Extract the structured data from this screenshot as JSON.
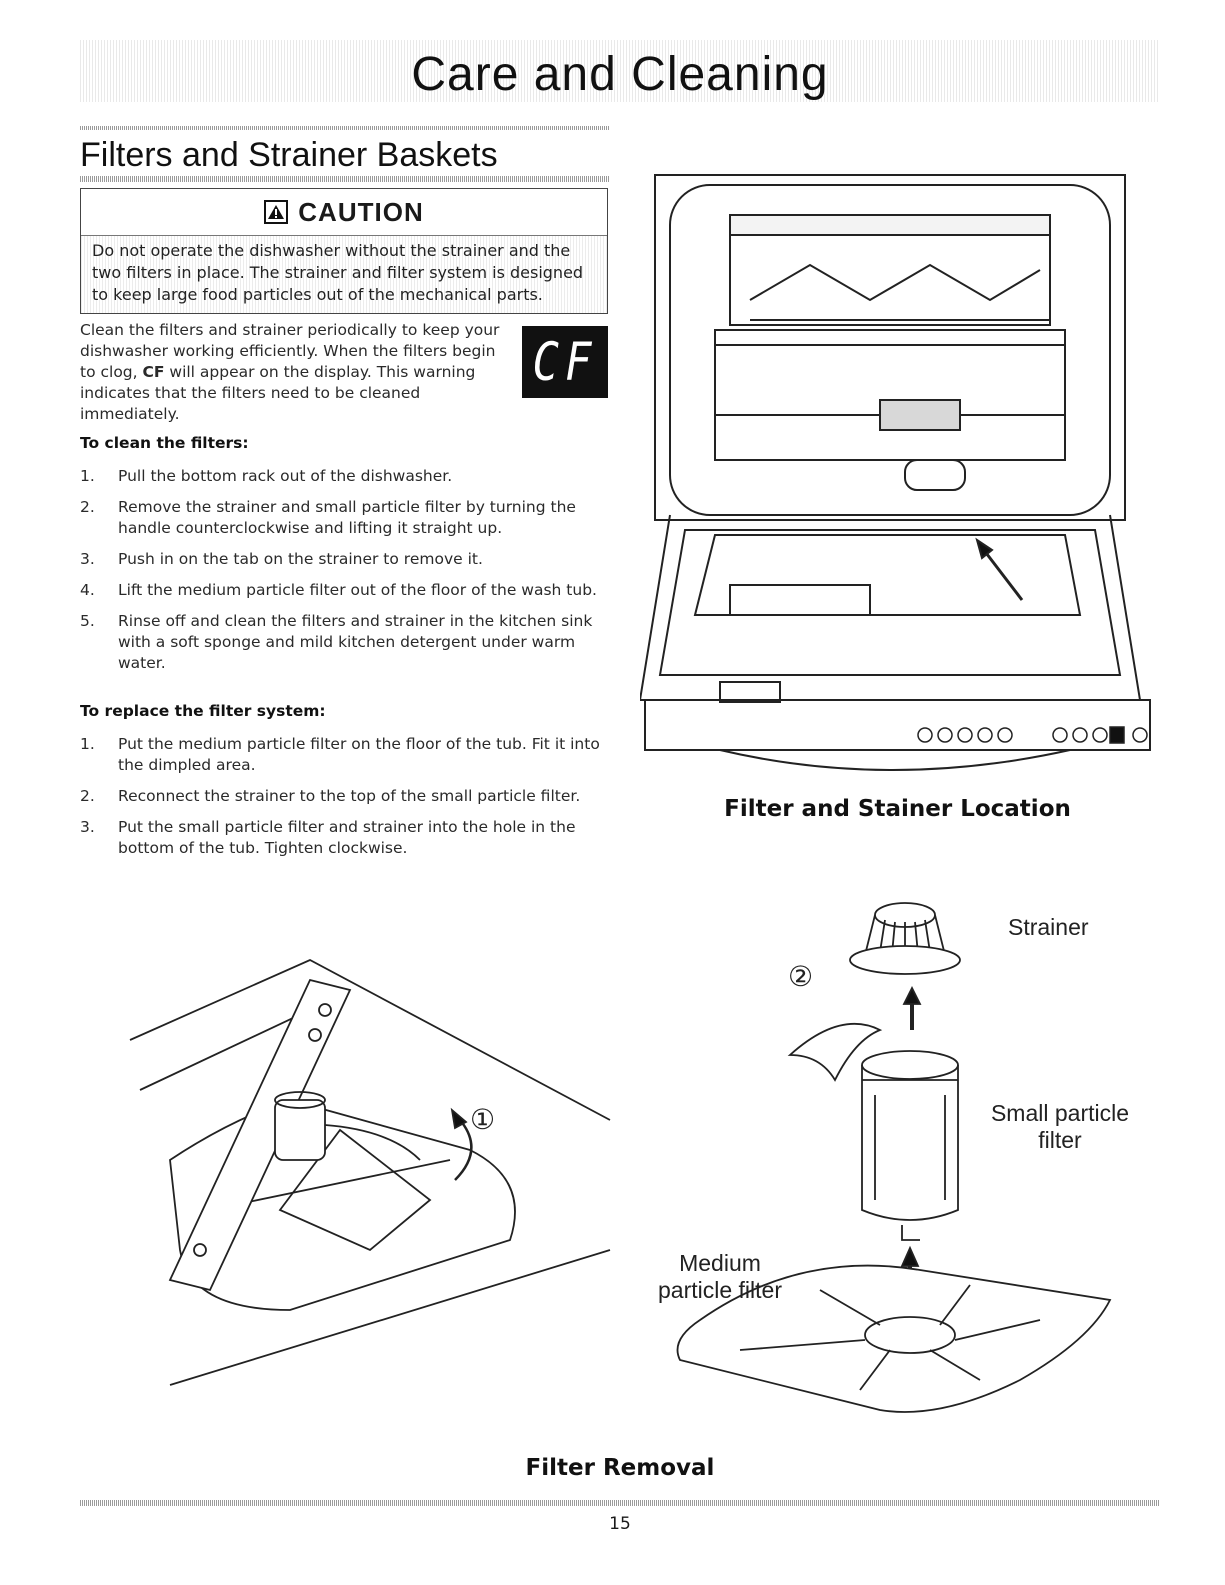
{
  "page": {
    "title": "Care and Cleaning",
    "section_title": "Filters and Strainer Baskets",
    "page_number": "15"
  },
  "caution": {
    "label": "CAUTION",
    "text": "Do not operate the dishwasher without the strainer and the two filters in place. The strainer and filter system is designed to keep large food particles out of the mechanical parts."
  },
  "intro": {
    "before": "Clean the filters and strainer periodically to keep your dishwasher working efficiently. When the filters begin to clog, ",
    "code": "CF",
    "after": " will appear on the display. This warning indicates that the filters need to be cleaned immediately.",
    "display_code": "CF"
  },
  "clean": {
    "heading": "To clean the filters:",
    "steps": [
      {
        "num": "1.",
        "text": "Pull the bottom rack out of the dishwasher."
      },
      {
        "num": "2.",
        "text": "Remove the strainer and small particle filter by turning the handle counterclockwise and lifting it straight up."
      },
      {
        "num": "3.",
        "text": "Push in on the tab on the strainer to remove it."
      },
      {
        "num": "4.",
        "text": "Lift the medium particle filter out of the floor of the wash tub."
      },
      {
        "num": "5.",
        "text": "Rinse off and clean the filters and strainer in the kitchen sink with a soft sponge and mild kitchen detergent under warm water."
      }
    ]
  },
  "replace": {
    "heading": "To replace the filter system:",
    "steps": [
      {
        "num": "1.",
        "text": "Put the medium particle filter on the floor of the tub. Fit it into the dimpled area."
      },
      {
        "num": "2.",
        "text": "Reconnect the strainer to the top of the small particle filter."
      },
      {
        "num": "3.",
        "text": "Put the small particle filter and strainer into the hole in the bottom of the tub. Tighten clockwise."
      }
    ]
  },
  "figures": {
    "location_caption": "Filter and Stainer Location",
    "removal_caption": "Filter Removal",
    "marker_1": "①",
    "marker_2": "②",
    "label_strainer": "Strainer",
    "label_small_1": "Small particle",
    "label_small_2": "filter",
    "label_medium_1": "Medium",
    "label_medium_2": "particle filter"
  },
  "colors": {
    "ink": "#1a1a1a",
    "display_bg": "#111111"
  }
}
